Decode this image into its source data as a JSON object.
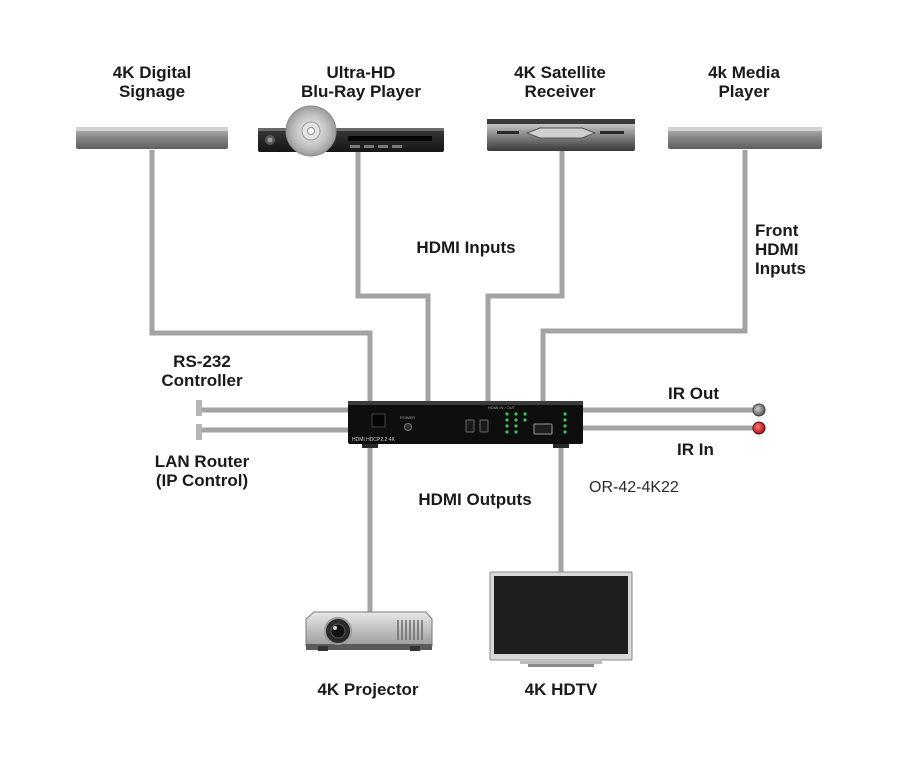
{
  "sources": {
    "signage": [
      "4K Digital",
      "Signage"
    ],
    "bluray": [
      "Ultra-HD",
      "Blu-Ray Player"
    ],
    "satellite": [
      "4K Satellite",
      "Receiver"
    ],
    "media_player": [
      "4k Media",
      "Player"
    ]
  },
  "connections": {
    "hdmi_inputs": "HDMI Inputs",
    "front_hdmi_inputs": [
      "Front",
      "HDMI",
      "Inputs"
    ],
    "rs232": [
      "RS-232",
      "Controller"
    ],
    "lan": [
      "LAN Router",
      "(IP Control)"
    ],
    "ir_out": "IR Out",
    "ir_in": "IR In",
    "hdmi_outputs": "HDMI Outputs"
  },
  "device": {
    "model": "OR-42-4K22",
    "front_panel": {
      "brand_text": "HDMI  HDCP2.2  4K",
      "power_label": "POWER",
      "io_label": "HDMI IN / OUT"
    }
  },
  "outputs": {
    "projector": "4K Projector",
    "hdtv": "4K HDTV"
  },
  "colors": {
    "cable": "#a3a3a3",
    "device_dark": "#1c1c1c",
    "ir_out_led": "#8f8f8f",
    "ir_in_led": "#c81818",
    "led_green": "#3fbf5a"
  }
}
